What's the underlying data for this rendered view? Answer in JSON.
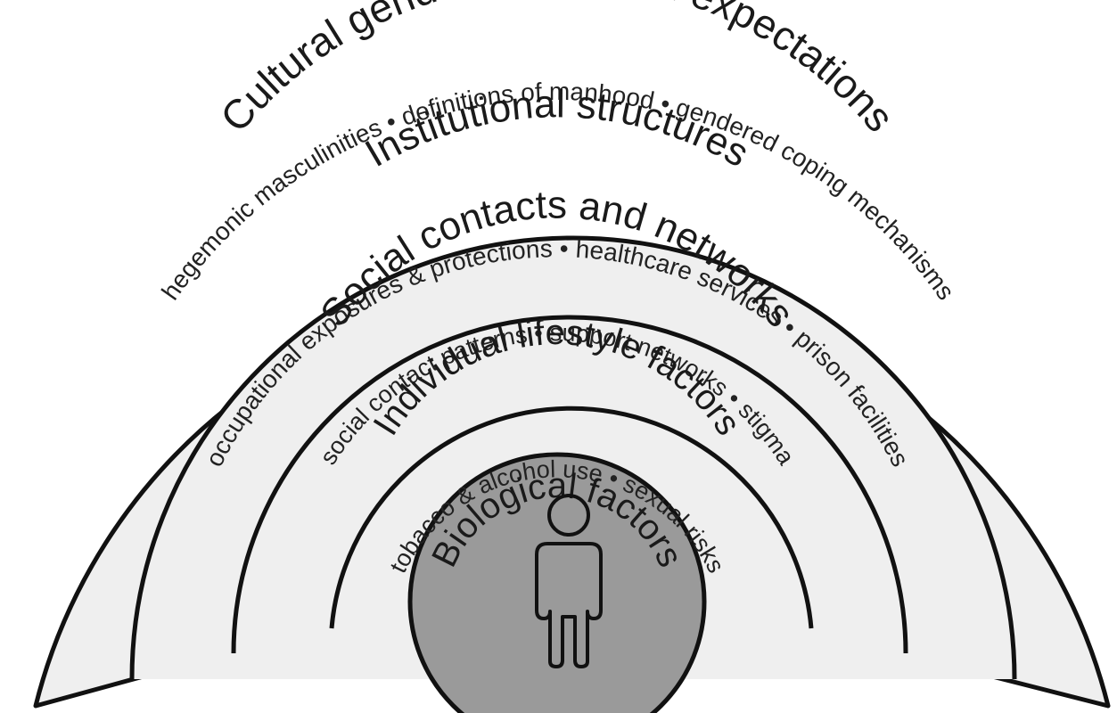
{
  "layers": [
    {
      "id": "cultural",
      "title": "Cultural gender norms and expectations",
      "subtitle": "hegemonic masculinities • definitions of manhood • gendered coping mechanisms"
    },
    {
      "id": "institutional",
      "title": "Institutional structures",
      "subtitle": "occupational exposures & protections • healthcare services • prison facilities"
    },
    {
      "id": "social",
      "title": "Social contacts and networks",
      "subtitle": "social contact patterns • support networks • stigma"
    },
    {
      "id": "individual",
      "title": "Individual lifestyle factors",
      "subtitle": "tobacco & alcohol use • sexual risks"
    }
  ],
  "core": {
    "title": "Biological factors",
    "icon": "person-icon"
  },
  "colors": {
    "band": "#efefef",
    "core": "#9a9a9a",
    "stroke": "#111111"
  }
}
